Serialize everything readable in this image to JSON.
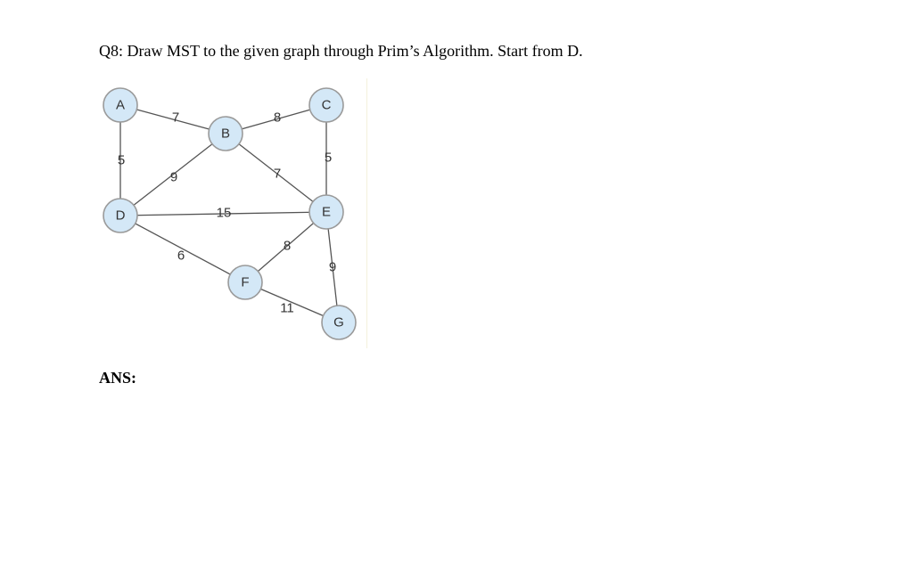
{
  "question": {
    "text": "Q8: Draw MST to the given graph through Prim’s Algorithm. Start from D."
  },
  "graph": {
    "nodes": [
      {
        "id": "A",
        "label": "A"
      },
      {
        "id": "B",
        "label": "B"
      },
      {
        "id": "C",
        "label": "C"
      },
      {
        "id": "D",
        "label": "D"
      },
      {
        "id": "E",
        "label": "E"
      },
      {
        "id": "F",
        "label": "F"
      },
      {
        "id": "G",
        "label": "G"
      }
    ],
    "edges": [
      {
        "from": "A",
        "to": "B",
        "weight": "7"
      },
      {
        "from": "A",
        "to": "D",
        "weight": "5"
      },
      {
        "from": "B",
        "to": "C",
        "weight": "8"
      },
      {
        "from": "B",
        "to": "D",
        "weight": "9"
      },
      {
        "from": "B",
        "to": "E",
        "weight": "7"
      },
      {
        "from": "C",
        "to": "E",
        "weight": "5"
      },
      {
        "from": "D",
        "to": "E",
        "weight": "15"
      },
      {
        "from": "D",
        "to": "F",
        "weight": "6"
      },
      {
        "from": "E",
        "to": "F",
        "weight": "8"
      },
      {
        "from": "E",
        "to": "G",
        "weight": "9"
      },
      {
        "from": "F",
        "to": "G",
        "weight": "11"
      }
    ],
    "colors": {
      "node_fill": "#d4e8f7",
      "node_stroke": "#9a9a9a",
      "edge": "#555555"
    }
  },
  "answer": {
    "label": "ANS:"
  }
}
